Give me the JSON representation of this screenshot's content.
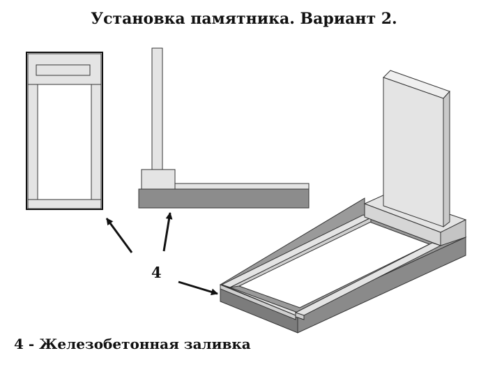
{
  "title": "Установка памятника. Вариант 2.",
  "callout_number": "4",
  "legend": "4 - Железобетонная заливка",
  "colors": {
    "light_stone": "#e4e4e4",
    "stone_side": "#cfcfcf",
    "concrete_top": "#9a9a9a",
    "concrete_front": "#828282",
    "outline": "#222222"
  }
}
